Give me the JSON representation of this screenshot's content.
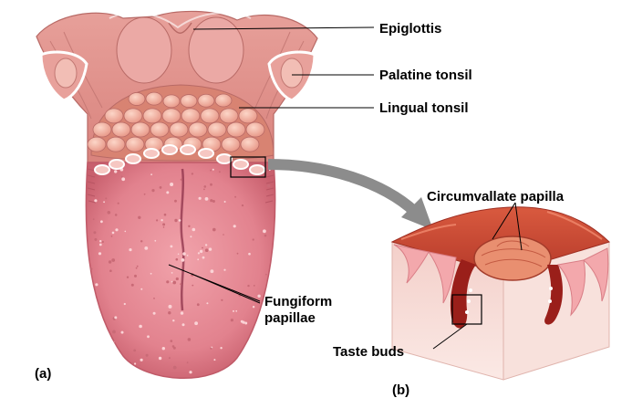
{
  "labels": {
    "epiglottis": "Epiglottis",
    "palatine_tonsil": "Palatine tonsil",
    "lingual_tonsil": "Lingual tonsil",
    "fungiform_line1": "Fungiform",
    "fungiform_line2": "papillae",
    "circumvallate": "Circumvallate papilla",
    "taste_buds": "Taste buds"
  },
  "panels": {
    "a": "(a)",
    "b": "(b)"
  },
  "colors": {
    "tongue_body": "#e58a94",
    "tongue_edge": "#c9606e",
    "tonsil_nodule": "#f4b0a0",
    "epiglottis": "#e9a8a6",
    "tissue_top": "#c94a35",
    "tissue_side": "#f6dcd7",
    "arrow": "#8c8c8c"
  }
}
